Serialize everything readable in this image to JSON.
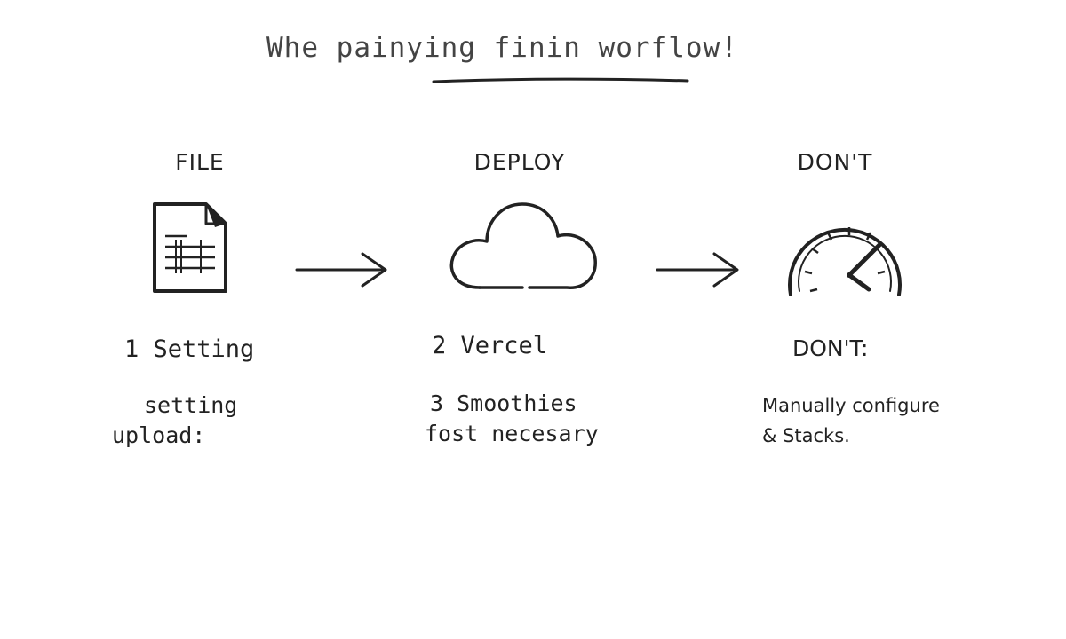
{
  "title": "Whe painying finin worflow!",
  "columns": [
    {
      "heading": "FILE",
      "icon": "document-icon",
      "step": "1 Setting",
      "note_lines": [
        "setting",
        "upload:"
      ]
    },
    {
      "heading": "DEPLOY",
      "icon": "cloud-icon",
      "step": "2 Vercel",
      "note_lines": [
        "3 Smoothies",
        "fost necesary"
      ]
    },
    {
      "heading": "DON'T",
      "icon": "speedometer-icon",
      "step": "DON'T:",
      "note_lines": [
        "Manually configure",
        "& Stacks."
      ]
    }
  ],
  "colors": {
    "ink": "#222222",
    "title_ink": "#444444",
    "background": "#ffffff"
  }
}
